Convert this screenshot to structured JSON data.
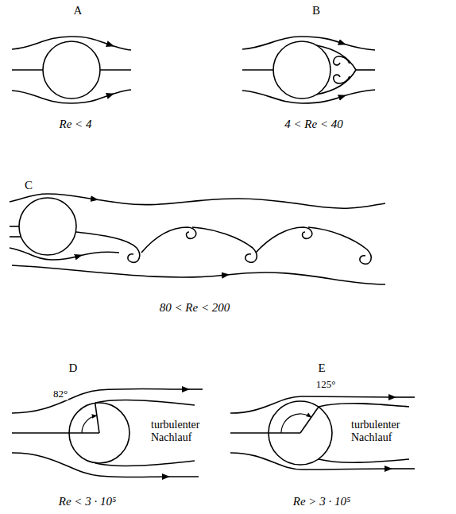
{
  "diagram": {
    "labels": [
      "A",
      "B",
      "Re < 4",
      "4 < Re < 40",
      "C",
      "80 < Re < 200",
      "D",
      "E",
      "82°",
      "125°",
      "turbulenter Nachlauf",
      "turbulenter Nachlauf",
      "Re < 3 · 10⁵",
      "Re > 3 · 10⁵"
    ]
  }
}
